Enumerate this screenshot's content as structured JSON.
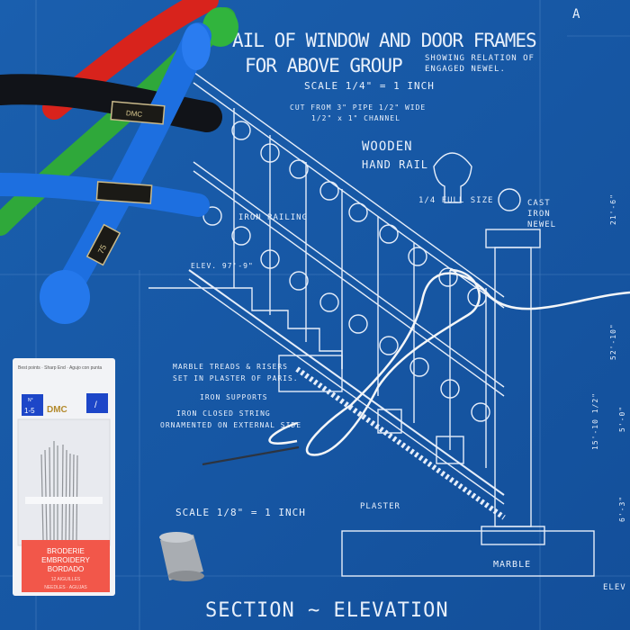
{
  "blueprint": {
    "title_line1": "AIL OF WINDOW AND DOOR FRAMES",
    "title_line2": "FOR ABOVE GROUP",
    "title_note1": "SHOWING RELATION OF",
    "title_note2": "ENGAGED NEWEL.",
    "scale_top": "SCALE 1/4\" = 1 INCH",
    "cut_note1": "CUT FROM 3\" PIPE 1/2\" WIDE",
    "cut_note2": "1/2\" x 1\" CHANNEL",
    "wooden": "WOODEN",
    "hand_rail": "HAND RAIL",
    "full_size": "1/4 FULL SIZE",
    "cast": "CAST",
    "iron": "IRON",
    "newel": "NEWEL",
    "iron_railing": "IRON RAILING",
    "elev_97": "ELEV. 97'-9\"",
    "marble_treads": "MARBLE TREADS & RISERS",
    "set_in_plaster": "SET IN PLASTER OF PARIS.",
    "iron_supports": "IRON SUPPORTS",
    "iron_closed_string": "IRON CLOSED STRING",
    "ornamented": "ORNAMENTED ON EXTERNAL SIDE",
    "plaster": "PLASTER",
    "scale_bottom": "SCALE 1/8\" = 1 INCH",
    "marble": "MARBLE",
    "section_elevation": "SECTION ~ ELEVATION",
    "elev_right": "ELEV",
    "corner_a": "A",
    "dims": [
      "21'-6\"",
      "52'-10\"",
      "15'-10 1/2\"",
      "5'-0\"",
      "6'-3\""
    ]
  },
  "needle_pack": {
    "top_text": "Best points · Sharp End · Agujo con punta",
    "no_label": "N°",
    "sizes": "1-5",
    "brand": "DMC",
    "line1": "BRODERIE",
    "line2": "EMBROIDERY",
    "line3": "BORDADO",
    "count": "12 AIGUILLES",
    "needles": "NEEDLES · AGUJAS"
  },
  "skeins": {
    "label_brand": "DMC",
    "label_number": "75"
  },
  "colors": {
    "blueprint": "#1659a8",
    "red_thread": "#d8231c",
    "green_thread": "#2fa83a",
    "blue_thread": "#1d6fe0",
    "black_thread": "#111318",
    "pack_red": "#f2574a"
  }
}
